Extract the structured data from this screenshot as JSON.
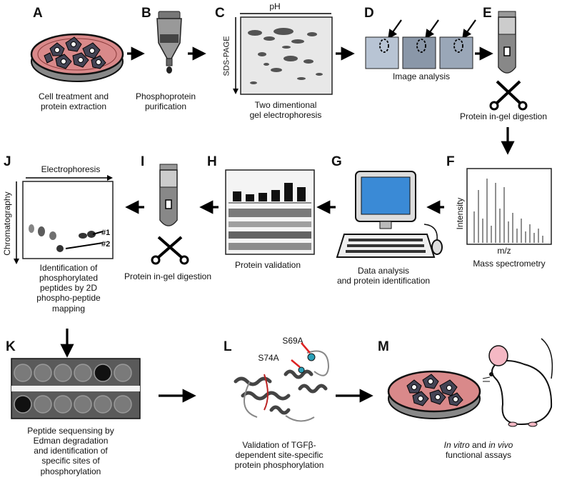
{
  "figure": {
    "steps": [
      {
        "letter": "A",
        "caption": [
          "Cell treatment and",
          "protein extraction"
        ]
      },
      {
        "letter": "B",
        "caption": [
          "Phosphoprotein",
          "purification"
        ]
      },
      {
        "letter": "C",
        "caption": [
          "Two dimentional",
          "gel electrophoresis"
        ],
        "axis_top": "pH",
        "axis_left": "SDS-PAGE"
      },
      {
        "letter": "D",
        "caption": [
          "Image analysis"
        ]
      },
      {
        "letter": "E",
        "caption": [
          "Protein in-gel digestion"
        ]
      },
      {
        "letter": "F",
        "caption": [
          "Mass spectrometry"
        ],
        "axis_left": "Intensity",
        "axis_bottom": "m/z"
      },
      {
        "letter": "G",
        "caption": [
          "Data analysis",
          "and protein identification"
        ]
      },
      {
        "letter": "H",
        "caption": [
          "Protein validation"
        ]
      },
      {
        "letter": "I",
        "caption": [
          "Protein in-gel digestion"
        ]
      },
      {
        "letter": "J",
        "caption": [
          "Identification of",
          "phosphorylated",
          "peptides by 2D",
          "phospho-peptide",
          "mapping"
        ],
        "axis_top": "Electrophoresis",
        "axis_left": "Chromatography",
        "spot1": "#1",
        "spot2": "#2"
      },
      {
        "letter": "K",
        "caption": [
          "Peptide sequensing by",
          "Edman degradation",
          "and identification of",
          "specific sites of",
          "phosphorylation"
        ]
      },
      {
        "letter": "L",
        "caption": [
          "Validation of TGFβ-",
          "dependent site-specific",
          "protein phosphorylation"
        ],
        "site1": "S69A",
        "site2": "S74A"
      },
      {
        "letter": "M",
        "caption_parts": {
          "a": "In vitro",
          "b": " and ",
          "c": "in vivo",
          "line2": "functional assays"
        }
      }
    ]
  }
}
